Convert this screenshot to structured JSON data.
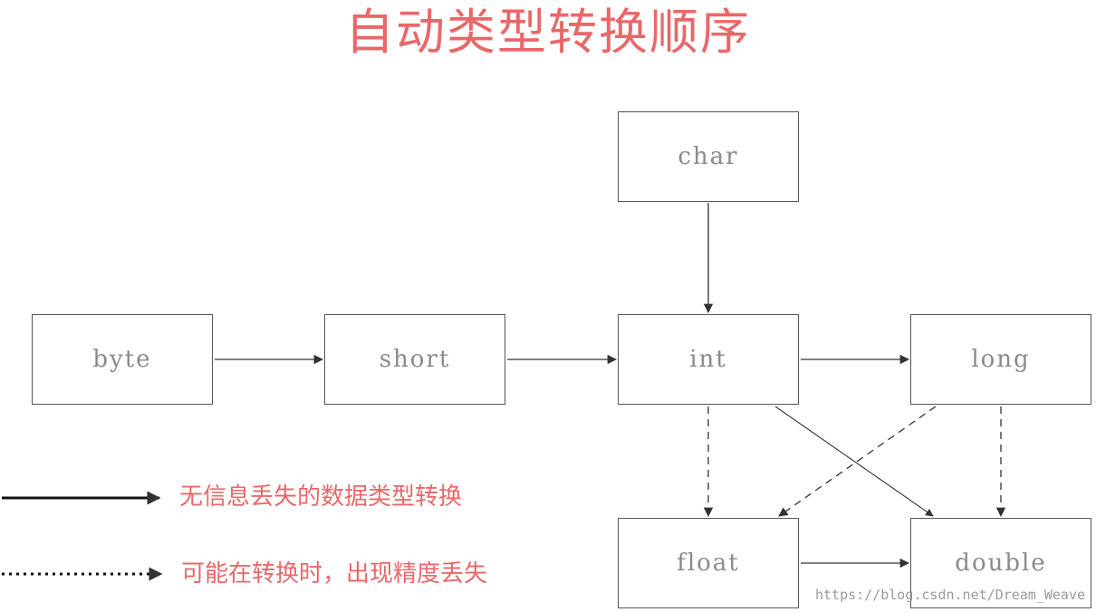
{
  "title": "自动类型转换顺序",
  "nodes": {
    "byte": "byte",
    "short": "short",
    "int": "int",
    "long": "long",
    "char": "char",
    "float": "float",
    "double": "double"
  },
  "edges": [
    {
      "from": "byte",
      "to": "short",
      "style": "solid"
    },
    {
      "from": "short",
      "to": "int",
      "style": "solid"
    },
    {
      "from": "int",
      "to": "long",
      "style": "solid"
    },
    {
      "from": "char",
      "to": "int",
      "style": "solid"
    },
    {
      "from": "float",
      "to": "double",
      "style": "solid"
    },
    {
      "from": "int",
      "to": "double",
      "style": "solid"
    },
    {
      "from": "int",
      "to": "float",
      "style": "dashed"
    },
    {
      "from": "long",
      "to": "float",
      "style": "dashed"
    },
    {
      "from": "long",
      "to": "double",
      "style": "dashed"
    }
  ],
  "legend": {
    "solid": "无信息丢失的数据类型转换",
    "dotted": "可能在转换时，出现精度丢失"
  },
  "watermark": "https://blog.csdn.net/Dream_Weave",
  "colors": {
    "accent": "#e8686a",
    "line": "#333333",
    "box_text": "#8a8a8a"
  }
}
